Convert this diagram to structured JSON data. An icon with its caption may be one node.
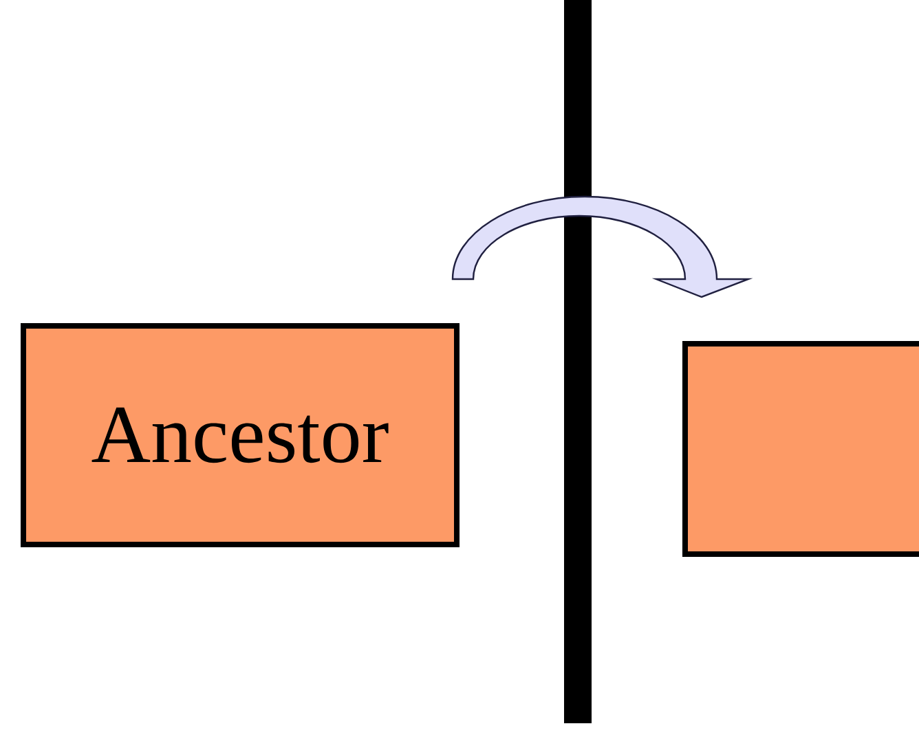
{
  "diagram": {
    "nodes": [
      {
        "text": [
          "Ancestor"
        ]
      },
      {
        "text": [],
        "shape": "bar"
      },
      {
        "text": [],
        "shape": "box"
      }
    ],
    "edges": [
      {
        "from": 0,
        "to": 2,
        "arrow": "to"
      }
    ]
  }
}
